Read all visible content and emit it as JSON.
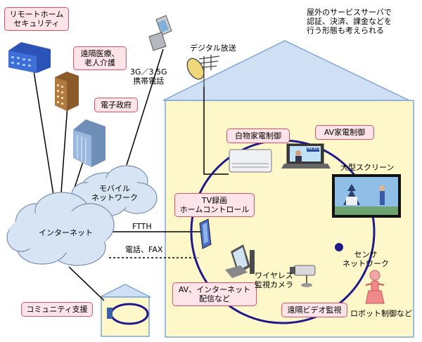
{
  "boxes": {
    "remote_security": "リモートホーム\nセキュリティ",
    "telemedicine": "遠隔医療、\n老人介護",
    "e_government": "電子政府",
    "community_support": "コミュニティ支援",
    "white_goods": "白物家電制御",
    "av_control": "AV家電制御",
    "tv_recording": "TV録画\nホームコントロール",
    "av_internet": "AV、インターネット\n配信など",
    "remote_video": "遠隔ビデオ監視"
  },
  "labels": {
    "mobile_phone": "3G／3.5G\n携帯電話",
    "digital_broadcast": "デジタル放送",
    "outdoor_server_note": "屋外のサービスサーバで\n認証、決済、課金などを\n行う形態も考えられる",
    "big_screen": "大型スクリーン",
    "mobile_network": "モバイル\nネットワーク",
    "internet": "インターネット",
    "ftth": "FTTH",
    "phone_fax": "電話、FAX",
    "sensor_network": "センサ\nネットワーク",
    "wireless_camera": "ワイヤレス\n監視カメラ",
    "robot_control": "ロボット制御など",
    "tv_news": "NEWS"
  },
  "colors": {
    "house_wall": "#fdf7c9",
    "roof": "#cfe0f5",
    "house_outline": "#7fa6d6",
    "ring": "#1f1a8a",
    "box_fill": "#fde4e8",
    "box_border": "#d9536a",
    "cloud_fill": "#d7e4f4"
  }
}
